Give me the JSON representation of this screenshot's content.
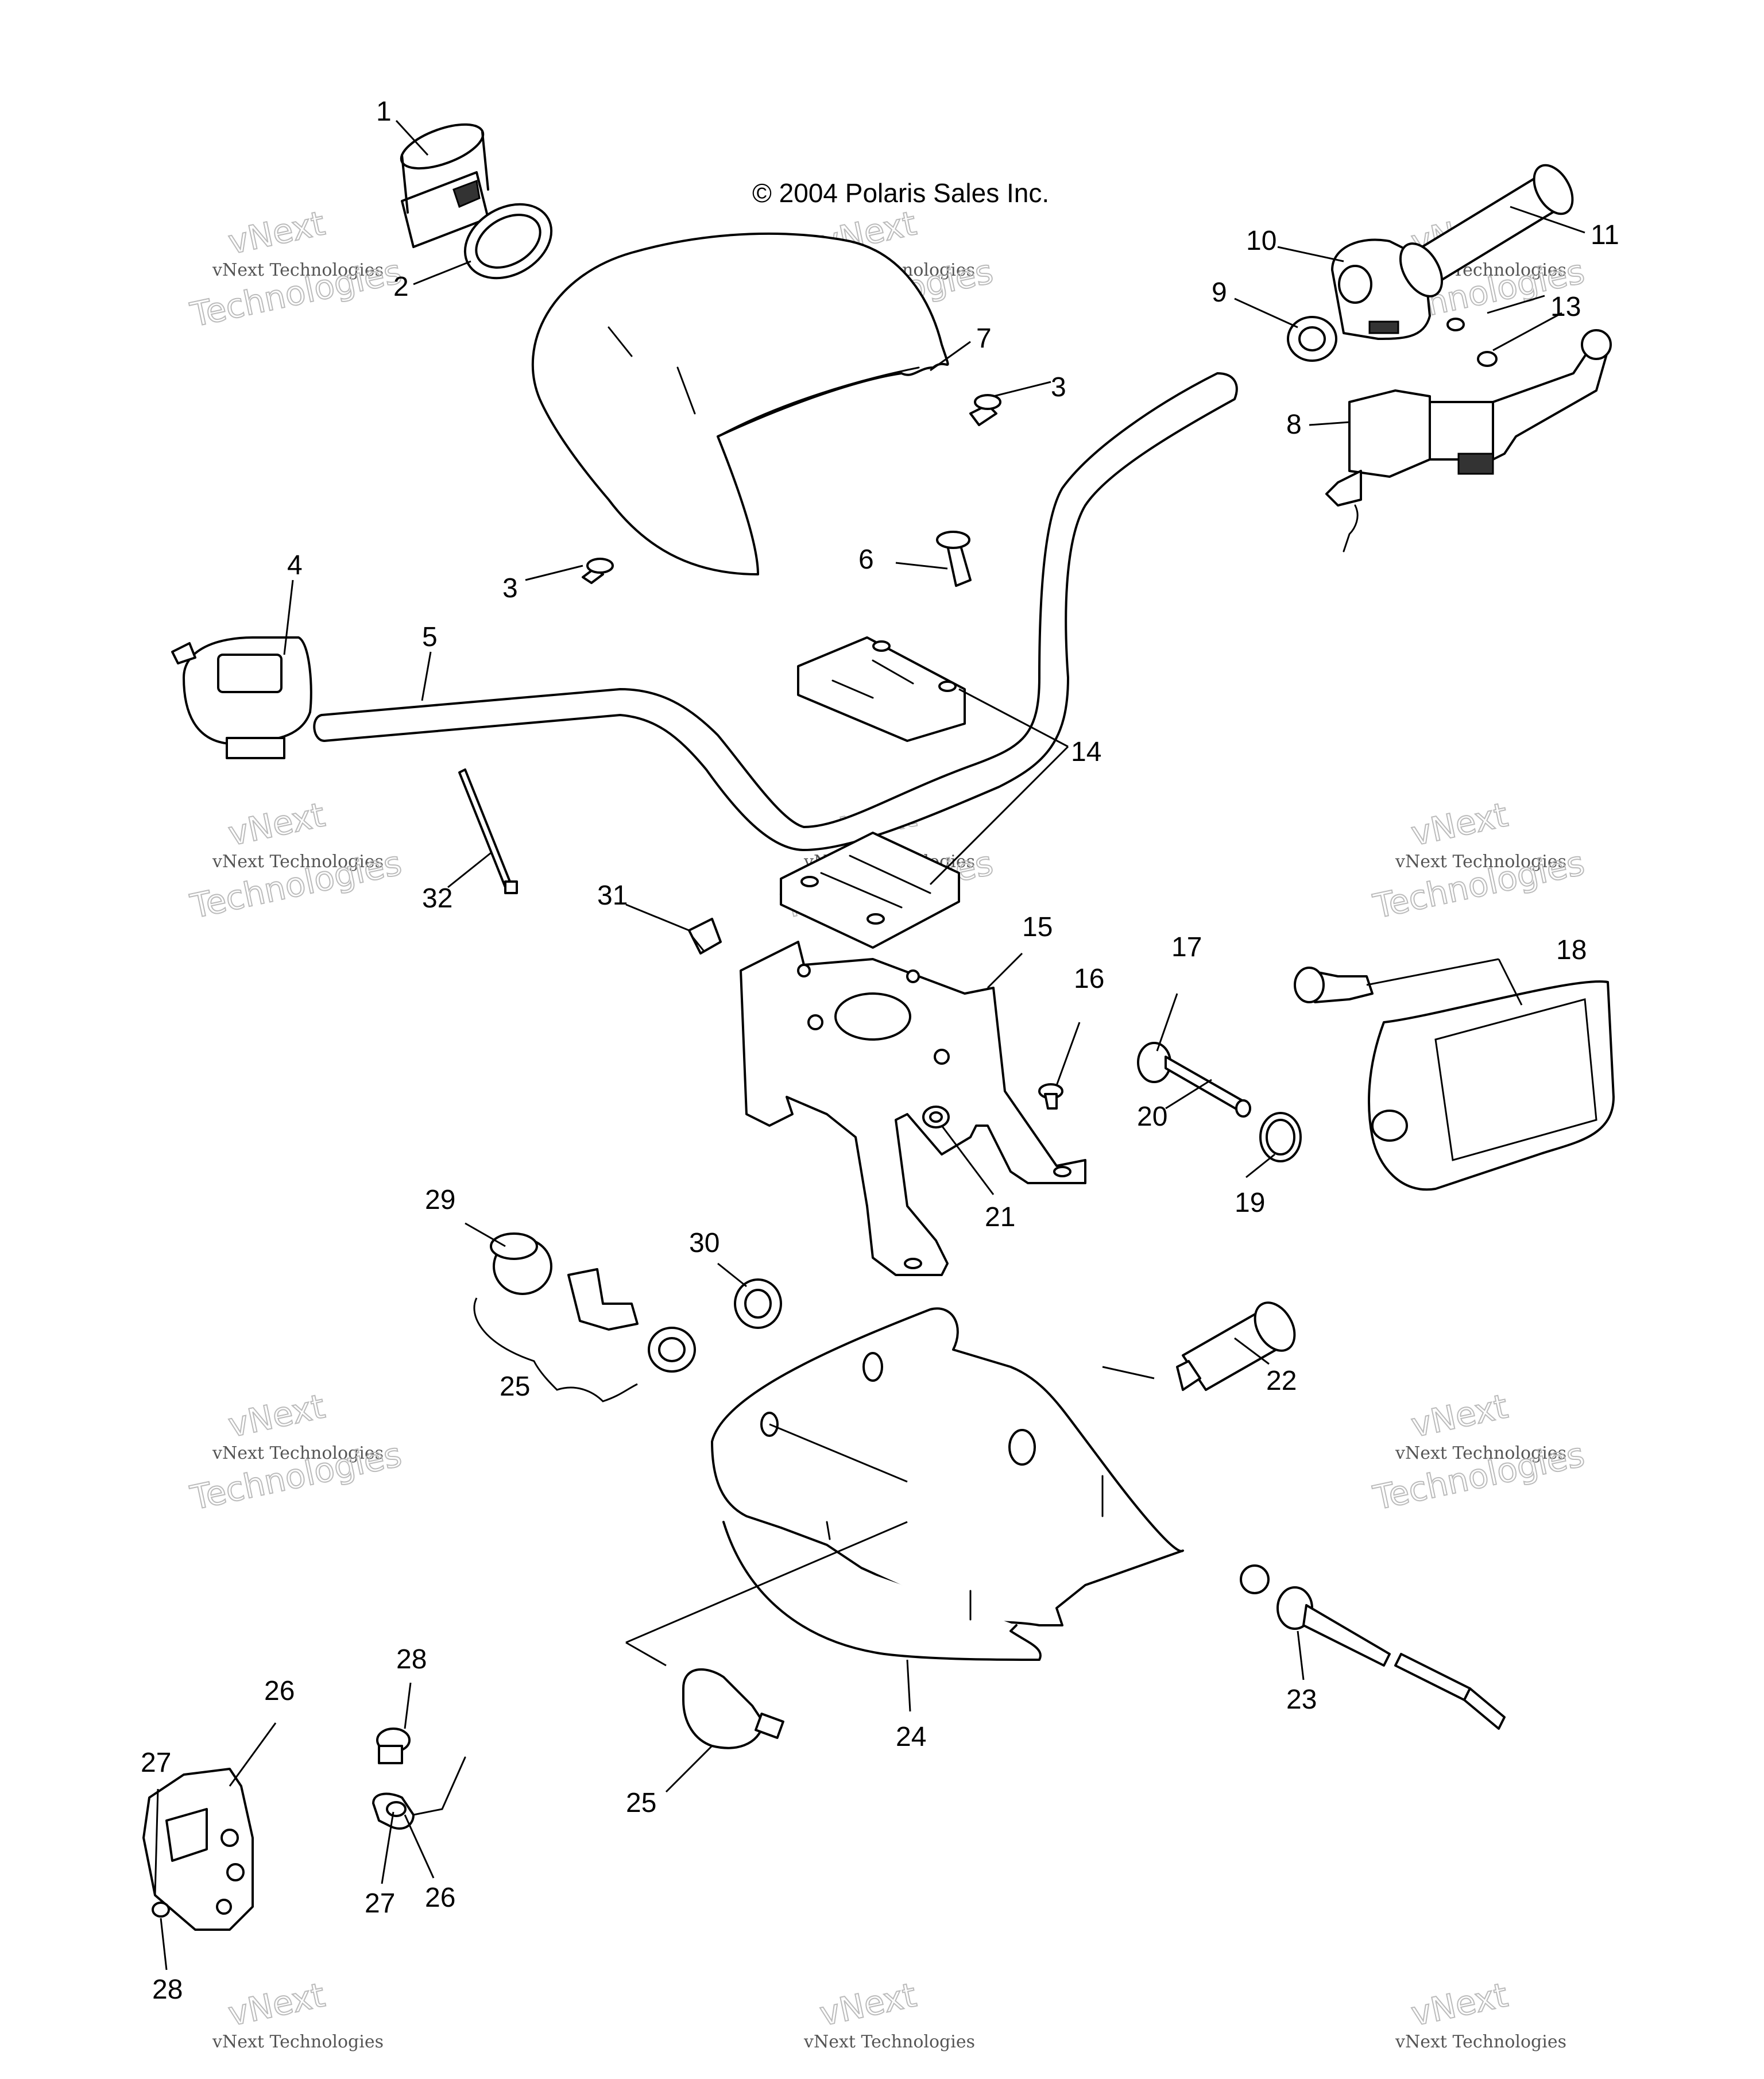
{
  "copyright": "© 2004 Polaris Sales Inc.",
  "watermark": {
    "line1": "vNext Technologies",
    "line2": "vNext",
    "line3": "Technologies"
  },
  "callouts": {
    "c1": "1",
    "c2": "2",
    "c3a": "3",
    "c3b": "3",
    "c4": "4",
    "c5": "5",
    "c6": "6",
    "c7": "7",
    "c8": "8",
    "c9": "9",
    "c10": "10",
    "c11": "11",
    "c13": "13",
    "c14": "14",
    "c15": "15",
    "c16": "16",
    "c17": "17",
    "c18": "18",
    "c19": "19",
    "c20": "20",
    "c21": "21",
    "c22": "22",
    "c23": "23",
    "c24": "24",
    "c25a": "25",
    "c25b": "25",
    "c26a": "26",
    "c26b": "26",
    "c27a": "27",
    "c27b": "27",
    "c28a": "28",
    "c28b": "28",
    "c29": "29",
    "c30": "30",
    "c31": "31",
    "c32": "32"
  }
}
